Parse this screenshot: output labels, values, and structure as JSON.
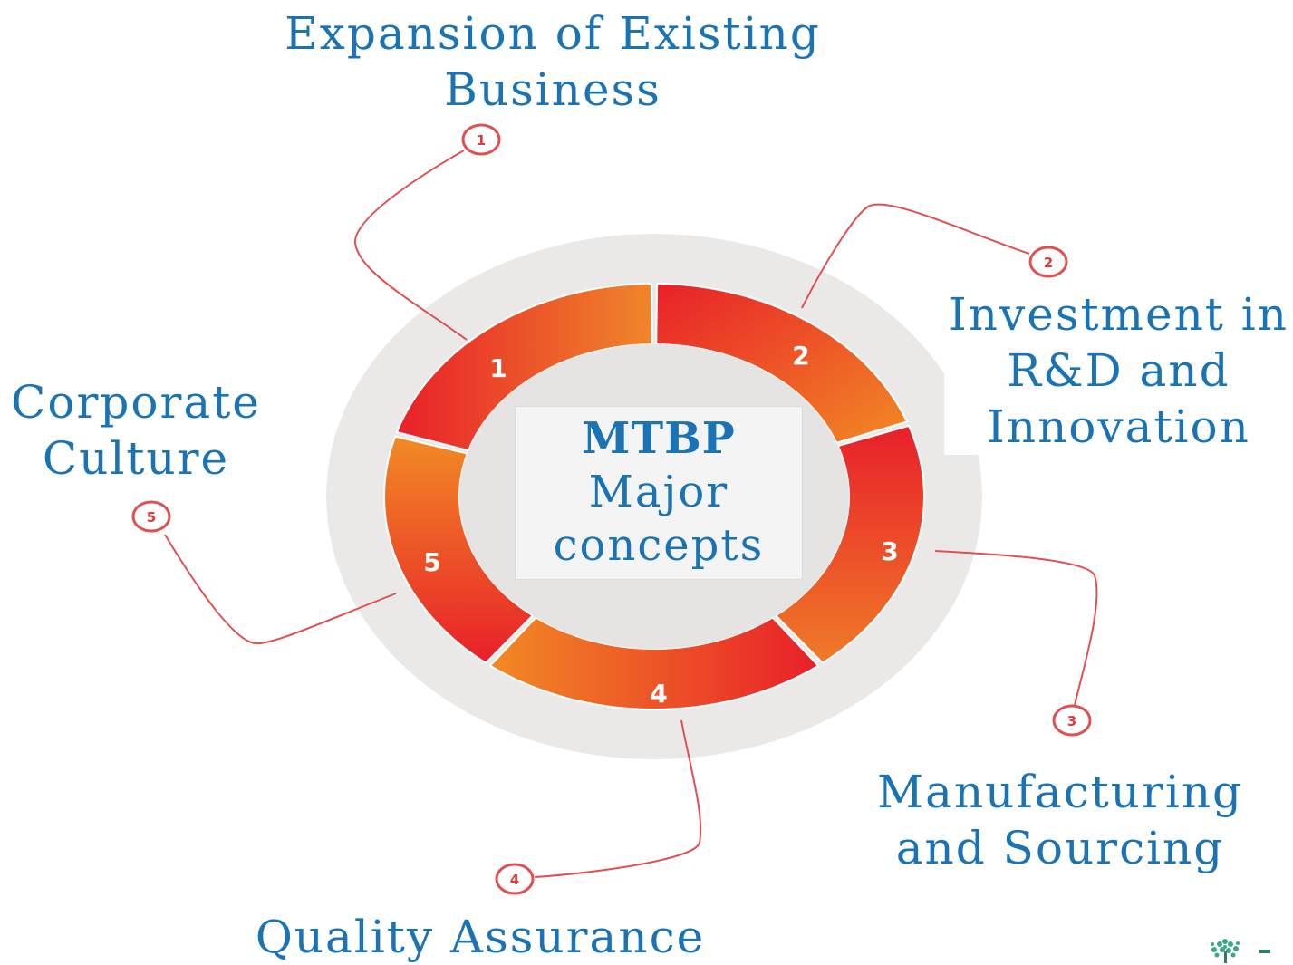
{
  "center": {
    "title": "MTBP",
    "subtitle_lines": [
      "Major",
      "concepts"
    ]
  },
  "segments": [
    {
      "number": "1",
      "label_lines": [
        "Expansion of Existing",
        "Business"
      ]
    },
    {
      "number": "2",
      "label_lines": [
        "Investment in",
        "R&D and",
        "Innovation"
      ]
    },
    {
      "number": "3",
      "label_lines": [
        "Manufacturing",
        "and Sourcing"
      ]
    },
    {
      "number": "4",
      "label_lines": [
        "Quality Assurance"
      ]
    },
    {
      "number": "5",
      "label_lines": [
        "Corporate",
        "Culture"
      ]
    }
  ],
  "colors": {
    "label_text": "#1a73b5",
    "ring_red": "#e8202a",
    "ring_orange": "#f08a24",
    "connector": "#e05050",
    "halo": "#ebe9e8"
  }
}
